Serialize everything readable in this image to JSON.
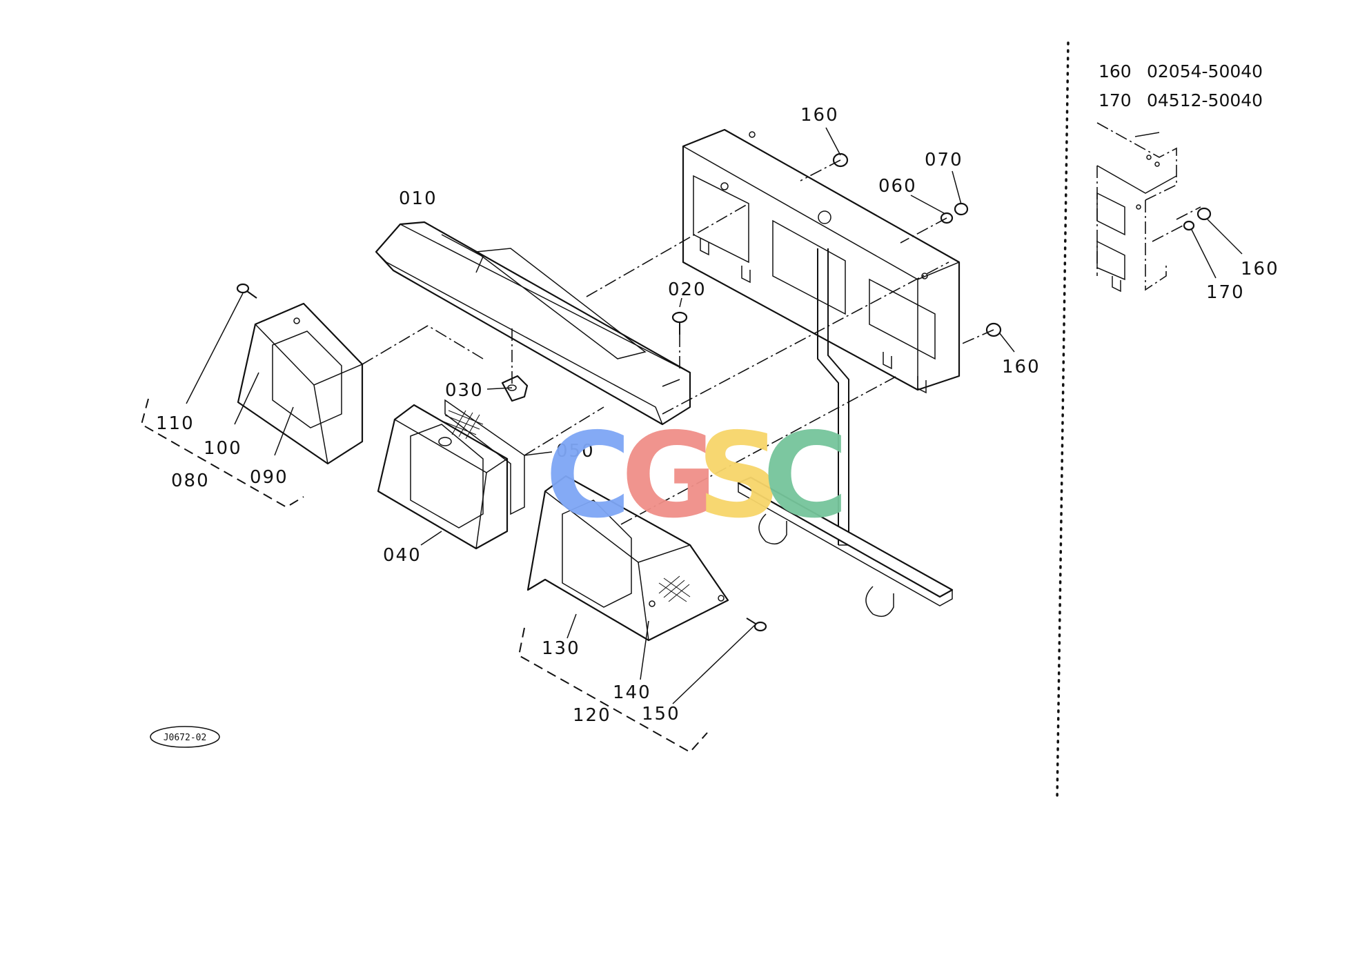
{
  "diagram": {
    "identifier": "J0672-02",
    "callouts": [
      {
        "id": "c010",
        "text": "010"
      },
      {
        "id": "c020",
        "text": "020"
      },
      {
        "id": "c030",
        "text": "030"
      },
      {
        "id": "c040",
        "text": "040"
      },
      {
        "id": "c050",
        "text": "050"
      },
      {
        "id": "c060",
        "text": "060"
      },
      {
        "id": "c070",
        "text": "070"
      },
      {
        "id": "c080",
        "text": "080"
      },
      {
        "id": "c090",
        "text": "090"
      },
      {
        "id": "c100",
        "text": "100"
      },
      {
        "id": "c110",
        "text": "110"
      },
      {
        "id": "c120",
        "text": "120"
      },
      {
        "id": "c130",
        "text": "130"
      },
      {
        "id": "c140",
        "text": "140"
      },
      {
        "id": "c150",
        "text": "150"
      },
      {
        "id": "c160a",
        "text": "160"
      },
      {
        "id": "c160b",
        "text": "160"
      },
      {
        "id": "c160c",
        "text": "160"
      },
      {
        "id": "c170",
        "text": "170"
      }
    ],
    "legend": [
      {
        "ref": "160",
        "part_no": "02054-50040"
      },
      {
        "ref": "170",
        "part_no": "04512-50040"
      }
    ]
  },
  "watermark": {
    "letters": [
      {
        "char": "C",
        "color": "#7ea6f5"
      },
      {
        "char": "G",
        "color": "#f08f88"
      },
      {
        "char": "S",
        "color": "#f7d56a"
      },
      {
        "char": "C",
        "color": "#76c59b"
      }
    ]
  }
}
